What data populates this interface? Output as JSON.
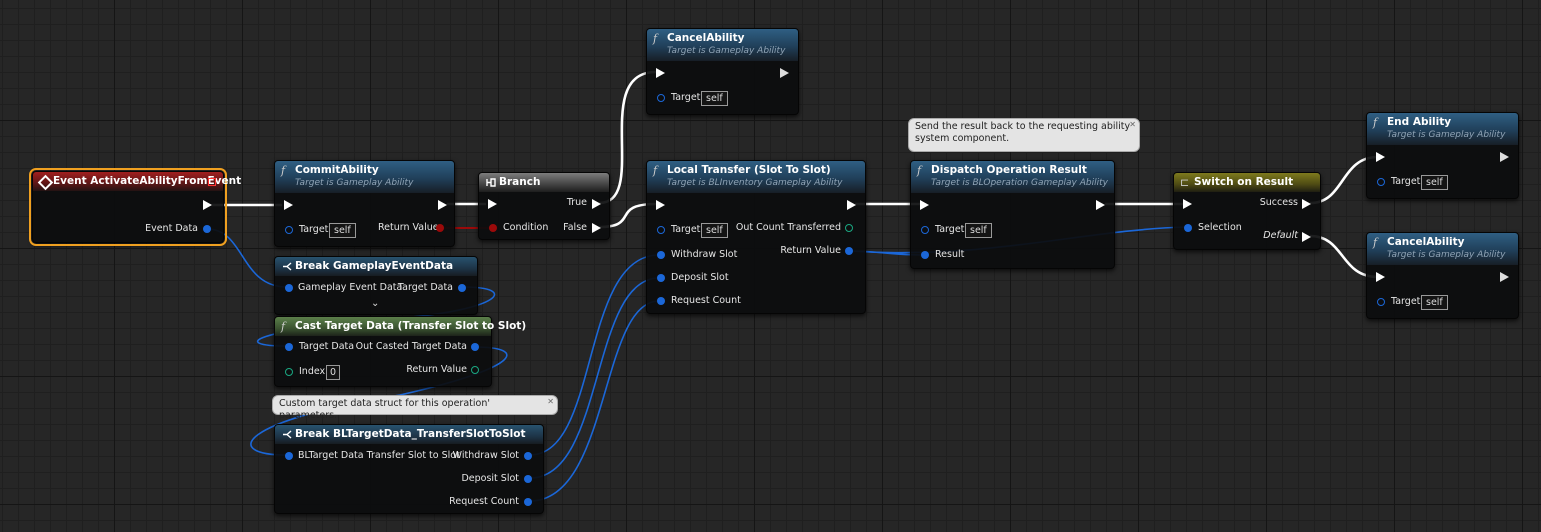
{
  "nodes": {
    "event": {
      "title": "Event ActivateAbilityFromEvent",
      "pin_event_data": "Event Data"
    },
    "commit": {
      "title": "CommitAbility",
      "subtitle": "Target is Gameplay Ability",
      "pin_target": "Target",
      "target_value": "self",
      "pin_return": "Return Value"
    },
    "branch": {
      "title": "Branch",
      "pin_condition": "Condition",
      "pin_true": "True",
      "pin_false": "False"
    },
    "cancel_top": {
      "title": "CancelAbility",
      "subtitle": "Target is Gameplay Ability",
      "pin_target": "Target",
      "target_value": "self"
    },
    "local_transfer": {
      "title": "Local Transfer (Slot To Slot)",
      "subtitle": "Target is BLInventory Gameplay Ability",
      "pin_target": "Target",
      "target_value": "self",
      "pin_withdraw": "Withdraw Slot",
      "pin_deposit": "Deposit Slot",
      "pin_request": "Request Count",
      "pin_out_count": "Out Count Transferred",
      "pin_return": "Return Value"
    },
    "dispatch": {
      "title": "Dispatch Operation Result",
      "subtitle": "Target is BLOperation Gameplay Ability",
      "pin_target": "Target",
      "target_value": "self",
      "pin_result": "Result"
    },
    "switch": {
      "title": "Switch on Result",
      "pin_selection": "Selection",
      "pin_success": "Success",
      "pin_default": "Default"
    },
    "end_ability": {
      "title": "End Ability",
      "subtitle": "Target is Gameplay Ability",
      "pin_target": "Target",
      "target_value": "self"
    },
    "cancel_bottom": {
      "title": "CancelAbility",
      "subtitle": "Target is Gameplay Ability",
      "pin_target": "Target",
      "target_value": "self"
    },
    "break_event": {
      "title": "Break GameplayEventData",
      "pin_in": "Gameplay Event Data",
      "pin_out": "Target Data"
    },
    "cast": {
      "title": "Cast Target Data (Transfer Slot to Slot)",
      "pin_target_data": "Target Data",
      "pin_index": "Index",
      "index_value": "0",
      "pin_out": "Out Casted Target Data",
      "pin_return": "Return Value"
    },
    "break_bl": {
      "title": "Break BLTargetData_TransferSlotToSlot",
      "pin_in": "BLTarget Data Transfer Slot to Slot",
      "pin_withdraw": "Withdraw Slot",
      "pin_deposit": "Deposit Slot",
      "pin_request": "Request Count"
    }
  },
  "comments": {
    "dispatch": "Send the result back to the requesting ability system component.",
    "break_bl": "Custom target data struct for this operation' parameters."
  },
  "colors": {
    "exec_wire": "#ffffff",
    "struct_wire": "#1b67d8",
    "bool_wire": "#9b0a0a",
    "selected_outline": "#f0a020"
  }
}
